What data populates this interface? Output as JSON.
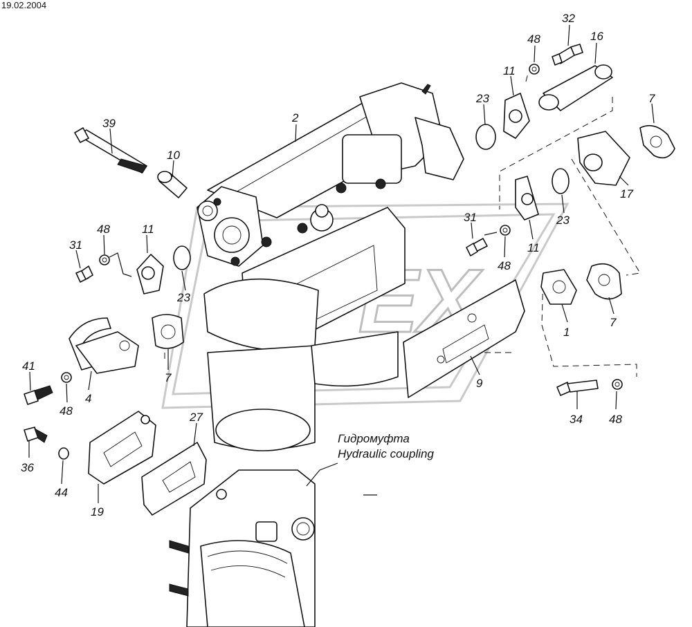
{
  "header": {
    "date": "19.02.2004"
  },
  "caption": {
    "ru": "Гидромуфта",
    "en": "Hydraulic coupling"
  },
  "callouts": [
    {
      "id": "c39",
      "label": "39"
    },
    {
      "id": "c10",
      "label": "10"
    },
    {
      "id": "c2",
      "label": "2"
    },
    {
      "id": "c48a",
      "label": "48"
    },
    {
      "id": "c32",
      "label": "32"
    },
    {
      "id": "c16",
      "label": "16"
    },
    {
      "id": "c11a",
      "label": "11"
    },
    {
      "id": "c23a",
      "label": "23"
    },
    {
      "id": "c7a",
      "label": "7"
    },
    {
      "id": "c17",
      "label": "17"
    },
    {
      "id": "c23b",
      "label": "23"
    },
    {
      "id": "c31a",
      "label": "31"
    },
    {
      "id": "c11b",
      "label": "11"
    },
    {
      "id": "c48b",
      "label": "48"
    },
    {
      "id": "c31b",
      "label": "31"
    },
    {
      "id": "c48c",
      "label": "48"
    },
    {
      "id": "c11c",
      "label": "11"
    },
    {
      "id": "c23c",
      "label": "23"
    },
    {
      "id": "c1",
      "label": "1"
    },
    {
      "id": "c7b",
      "label": "7"
    },
    {
      "id": "c7c",
      "label": "7"
    },
    {
      "id": "c41",
      "label": "41"
    },
    {
      "id": "c48d",
      "label": "48"
    },
    {
      "id": "c4",
      "label": "4"
    },
    {
      "id": "c9",
      "label": "9"
    },
    {
      "id": "c34",
      "label": "34"
    },
    {
      "id": "c48e",
      "label": "48"
    },
    {
      "id": "c27",
      "label": "27"
    },
    {
      "id": "c36",
      "label": "36"
    },
    {
      "id": "c44",
      "label": "44"
    },
    {
      "id": "c19",
      "label": "19"
    }
  ]
}
